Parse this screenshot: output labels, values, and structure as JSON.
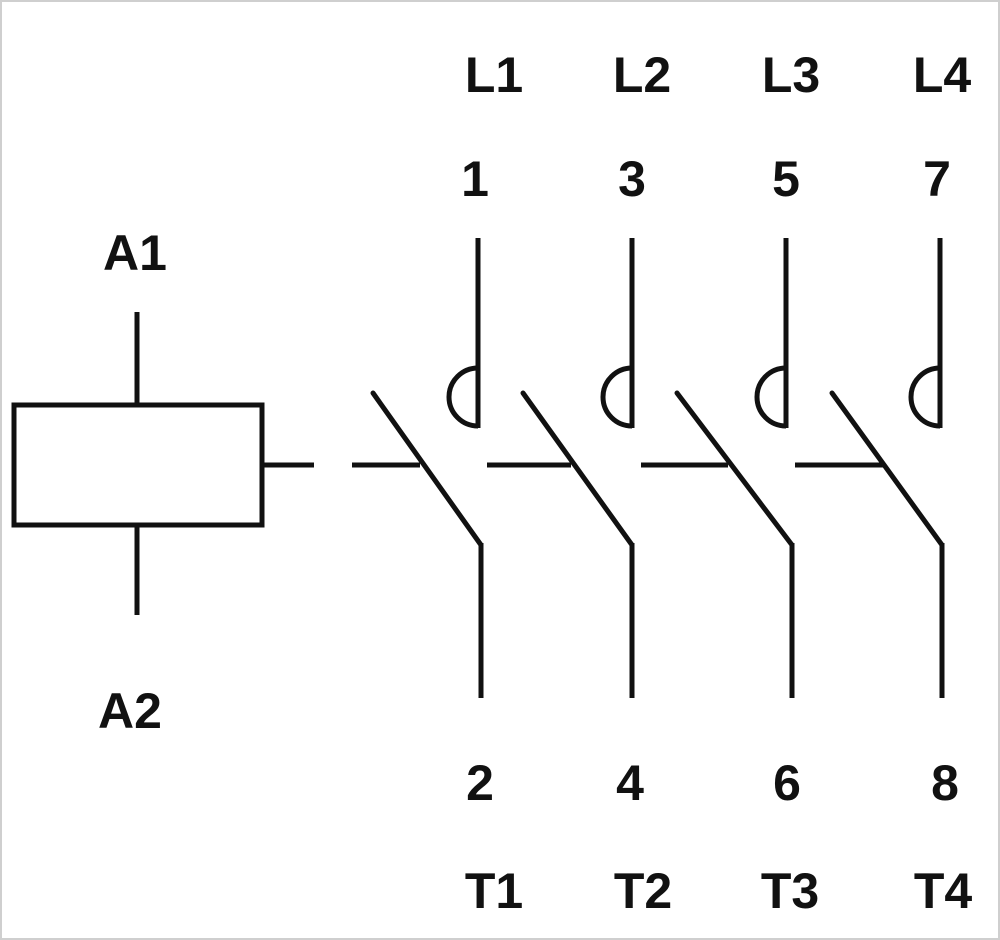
{
  "coil": {
    "terminal_top": "A1",
    "terminal_bottom": "A2"
  },
  "poles": [
    {
      "line": "L1",
      "top_terminal": "1",
      "bottom_terminal": "2",
      "load": "T1"
    },
    {
      "line": "L2",
      "top_terminal": "3",
      "bottom_terminal": "4",
      "load": "T2"
    },
    {
      "line": "L3",
      "top_terminal": "5",
      "bottom_terminal": "6",
      "load": "T3"
    },
    {
      "line": "L4",
      "top_terminal": "7",
      "bottom_terminal": "8",
      "load": "T4"
    }
  ],
  "colors": {
    "line": "#111111",
    "background": "#ffffff"
  }
}
